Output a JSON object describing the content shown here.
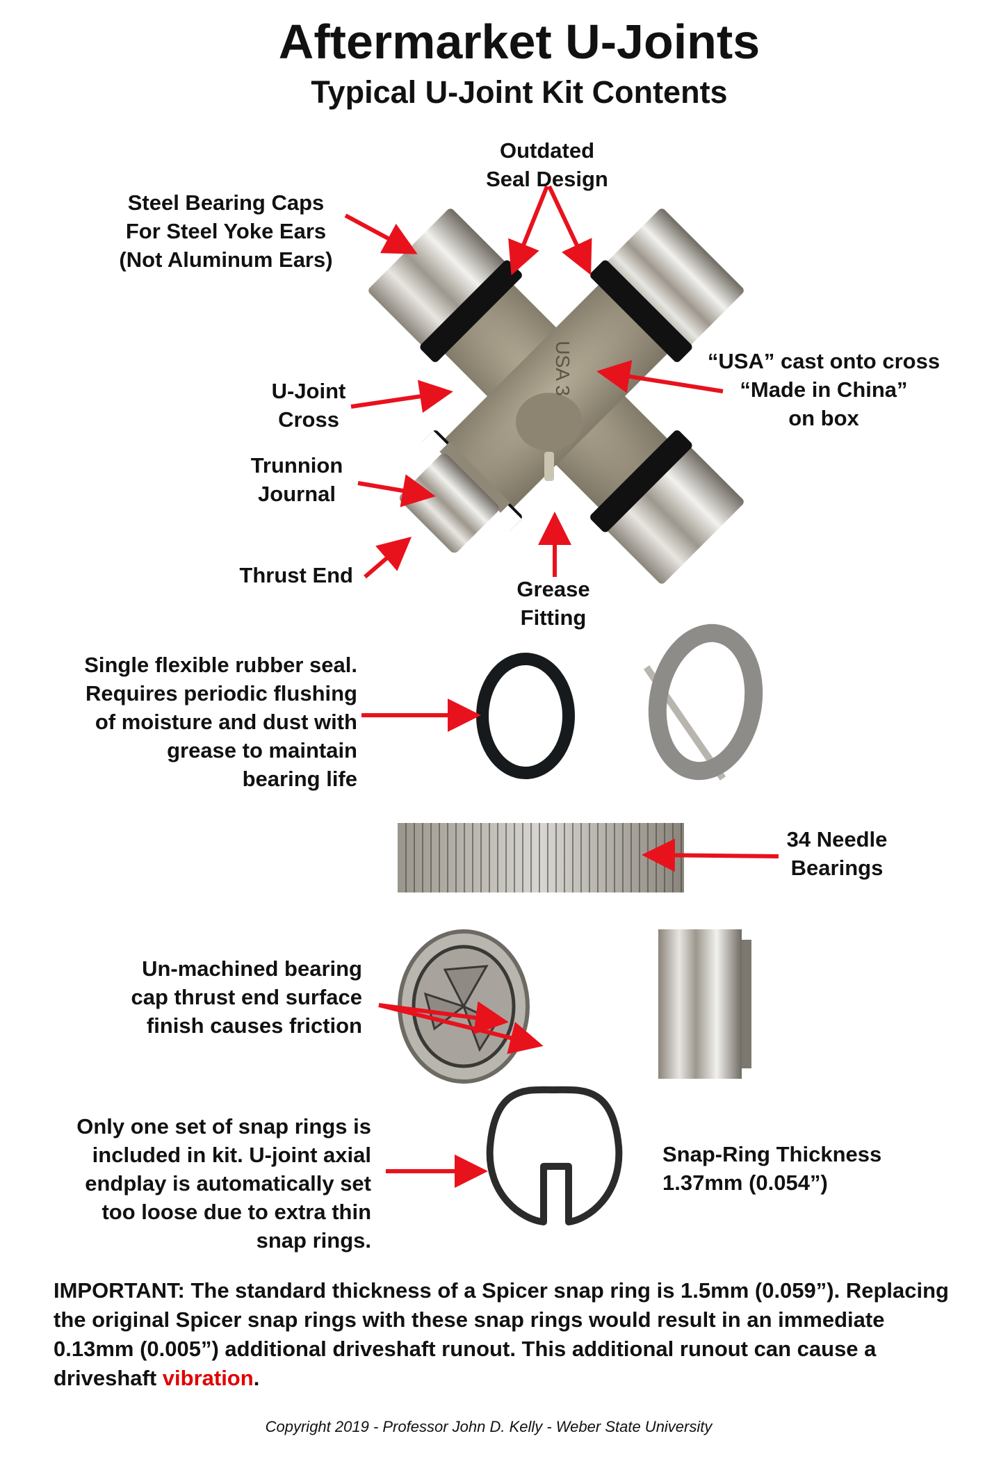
{
  "header": {
    "title": "Aftermarket U-Joints",
    "subtitle": "Typical U-Joint Kit Contents"
  },
  "callouts": {
    "seal_design": [
      "Outdated",
      "Seal Design"
    ],
    "bearing_caps": [
      "Steel Bearing Caps",
      "For Steel Yoke Ears",
      "(Not Aluminum Ears)"
    ],
    "usa_cast": [
      "“USA” cast onto cross",
      "“Made in China”",
      "on box"
    ],
    "ujoint_cross": [
      "U-Joint",
      "Cross"
    ],
    "trunnion": [
      "Trunnion",
      "Journal"
    ],
    "thrust_end": [
      "Thrust End"
    ],
    "grease_fitting": [
      "Grease",
      "Fitting"
    ],
    "rubber_seal": [
      "Single flexible rubber seal.",
      "Requires periodic flushing",
      "of moisture and dust with",
      "grease to maintain",
      "bearing life"
    ],
    "needle_bearings": [
      "34 Needle",
      "Bearings"
    ],
    "bearing_cap_surface": [
      "Un-machined bearing",
      "cap thrust end surface",
      "finish causes friction"
    ],
    "snap_rings": [
      "Only one set of snap rings is",
      "included in kit. U-joint axial",
      "endplay is automatically set",
      "too loose due to extra thin",
      "snap rings."
    ],
    "snap_ring_thickness": [
      "Snap-Ring Thickness",
      "1.37mm (0.054”)"
    ]
  },
  "important_note": {
    "text": "IMPORTANT: The standard thickness of a Spicer snap ring is 1.5mm (0.059”). Replacing the original Spicer snap rings with these snap rings would result in an immediate 0.13mm (0.005”) additional driveshaft runout. This additional runout can cause a driveshaft ",
    "highlight": "vibration",
    "end": "."
  },
  "footer": {
    "copyright": "Copyright 2019 - Professor John D. Kelly - Weber State University"
  },
  "colors": {
    "arrow": "#e8121c",
    "highlight": "#e00000",
    "text": "#111111"
  }
}
